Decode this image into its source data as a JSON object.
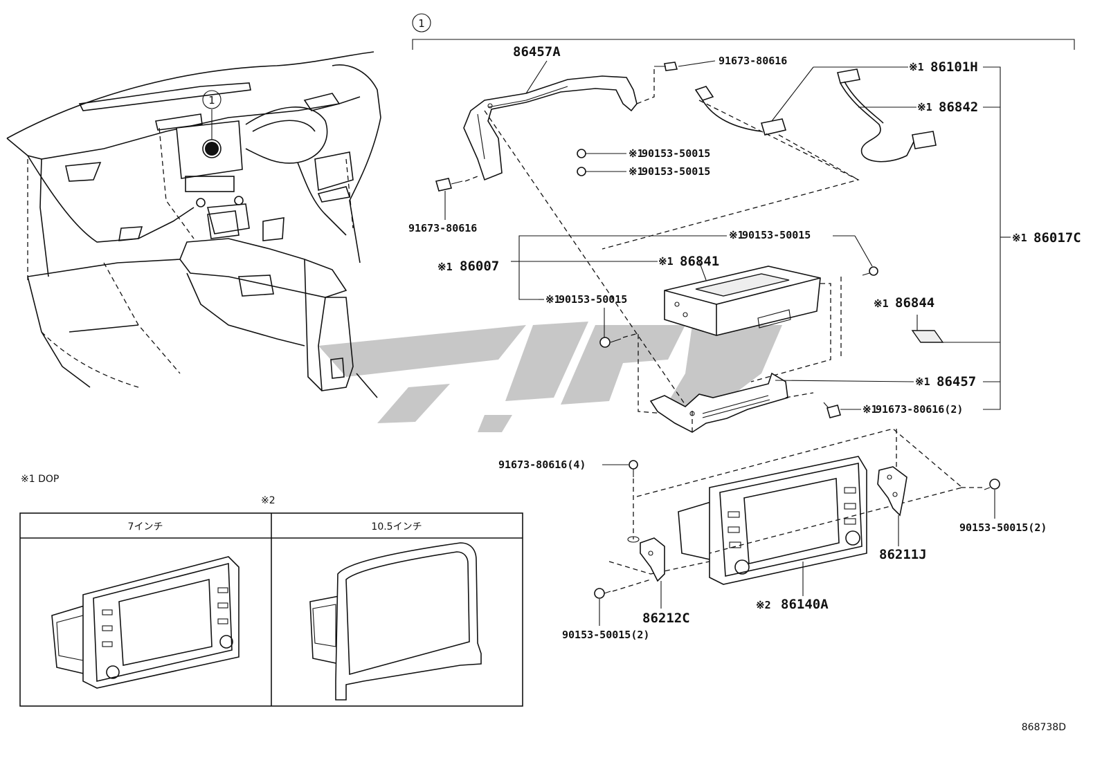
{
  "assembly": {
    "circle_number": "1"
  },
  "labels": {
    "p86457A": "86457A",
    "b91673_top": "91673-80616",
    "b91673_left": "91673-80616",
    "p86101H": "86101H",
    "p86842": "86842",
    "b90153_a": "90153-50015",
    "b90153_b": "90153-50015",
    "b90153_c": "90153-50015",
    "b90153_d": "90153-50015",
    "p86007": "86007",
    "p86841": "86841",
    "p86017C": "86017C",
    "p86844": "86844",
    "p86457": "86457",
    "b91673_2": "91673-80616(2)",
    "b91673_4": "91673-80616(4)",
    "b90153_2_right": "90153-50015(2)",
    "b90153_2_left": "90153-50015(2)",
    "p86211J": "86211J",
    "p86212C": "86212C",
    "p86140A": "86140A"
  },
  "markers": {
    "ref1": "※1",
    "ref2": "※2"
  },
  "note": {
    "dop": "※1 DOP",
    "variant_mark": "※2"
  },
  "variants": {
    "col1": "7インチ",
    "col2": "10.5インチ"
  },
  "figure_code": "868738D",
  "colors": {
    "line": "#111111",
    "watermark": "#bdbdbd",
    "background": "#ffffff"
  }
}
